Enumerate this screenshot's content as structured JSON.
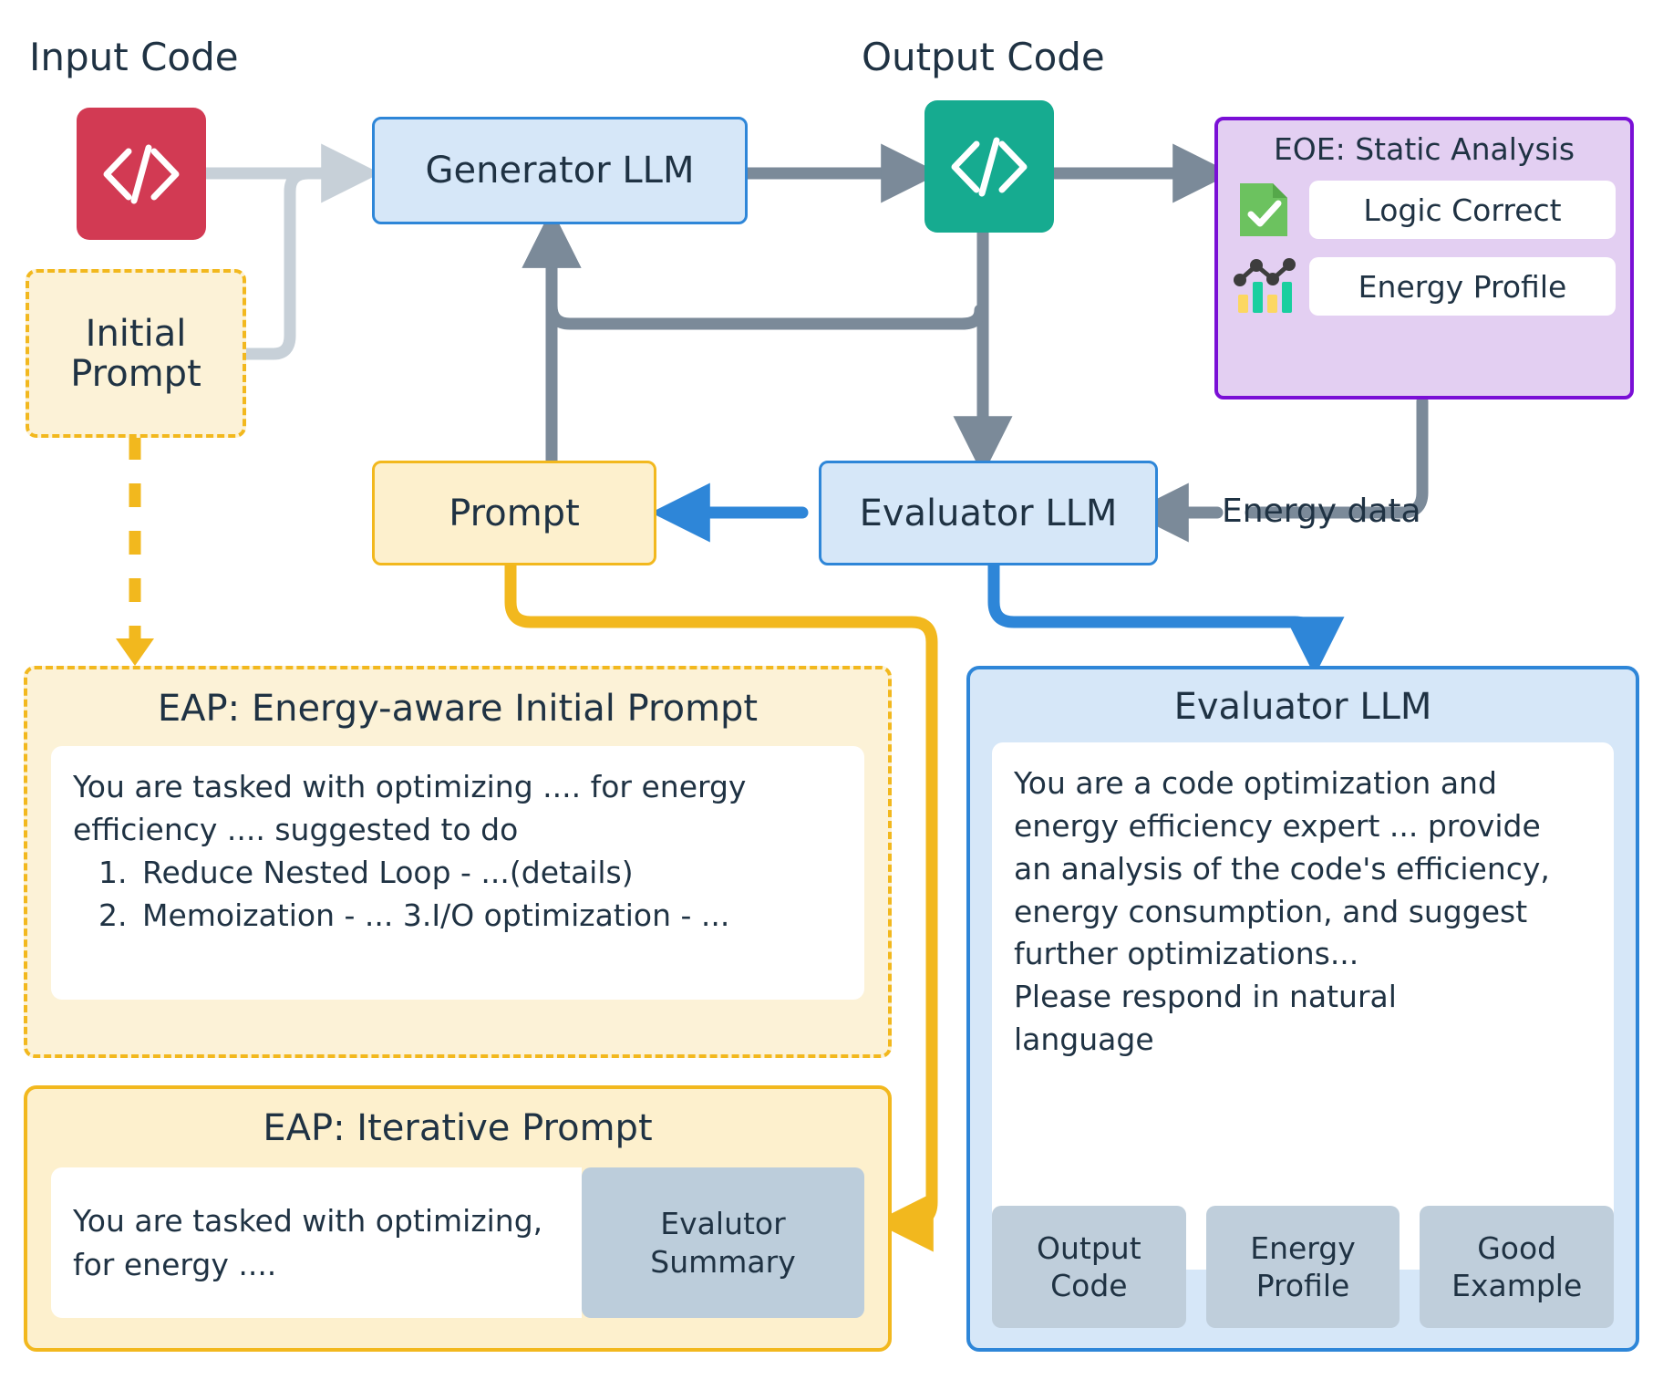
{
  "labels": {
    "input_code": "Input Code",
    "output_code": "Output Code",
    "energy_data": "Energy data"
  },
  "nodes": {
    "generator_llm": "Generator LLM",
    "initial_prompt": "Initial\nPrompt",
    "prompt": "Prompt",
    "evaluator_llm": "Evaluator LLM"
  },
  "eoe": {
    "title": "EOE: Static Analysis",
    "items": [
      {
        "icon": "check-document-icon",
        "label": "Logic Correct"
      },
      {
        "icon": "energy-chart-icon",
        "label": "Energy Profile"
      }
    ]
  },
  "eap_initial": {
    "title": "EAP: Energy-aware Initial Prompt",
    "line1": "You are tasked with optimizing .... for energy",
    "line2": "efficiency .... suggested to do",
    "items": [
      {
        "num": "1.",
        "text": "Reduce Nested Loop - ...(details)"
      },
      {
        "num": "2.",
        "text": "Memoization - ...  3.I/O optimization - ..."
      }
    ]
  },
  "eap_iterative": {
    "title": "EAP: Iterative Prompt",
    "body": "You are tasked with optimizing, for energy ....",
    "chip": "Evalutor\nSummary"
  },
  "evaluator_panel": {
    "title": "Evaluator LLM",
    "body_lines": [
      "You are a code optimization and",
      "energy efficiency expert ... provide",
      "an analysis of the code's efficiency,",
      "energy consumption, and suggest",
      "further optimizations...",
      "Please respond in natural",
      "language"
    ],
    "tags": [
      "Output\nCode",
      "Energy\nProfile",
      "Good\nExample"
    ]
  },
  "colors": {
    "input_code_red": "#d23a53",
    "output_code_teal": "#16ab90",
    "blue_accent": "#2e86d8",
    "blue_fill": "#d6e7f8",
    "yellow_accent": "#f2b81e",
    "yellow_fill": "#fdf0cd",
    "yellow_dashed_fill": "#fcf2d7",
    "purple_accent": "#7a0fd6",
    "purple_fill": "#e3cff2",
    "gray_arrow": "#7b8a99",
    "light_gray_arrow": "#c7d0d8",
    "chip_gray": "#bfcedb",
    "text_dark": "#1f3243",
    "green_doc": "#6cc25f",
    "teal_bar": "#19cf9f",
    "yellow_bar": "#fcd762"
  }
}
